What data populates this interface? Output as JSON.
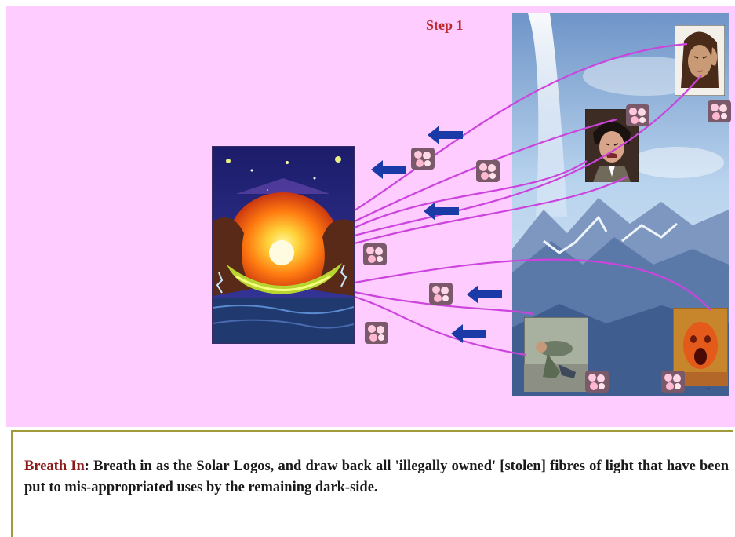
{
  "step": {
    "title": "Step 1"
  },
  "caption": {
    "label": "Breath In",
    "separator": ": ",
    "text": "Breath in as the Solar Logos, and draw back all 'illegally owned' [stolen] fibres of light that have been put to mis-appropriated uses by the remaining dark-side."
  },
  "colors": {
    "background": "#ffccff",
    "fibre": "#cc44dd",
    "arrow": "#1a3aa8",
    "title": "#c0282a",
    "label": "#8b1a1a"
  },
  "icons": {
    "arrow": "left-arrow-icon",
    "light_bundle": "light-bundle-icon",
    "sun": "solar-logos-image"
  }
}
